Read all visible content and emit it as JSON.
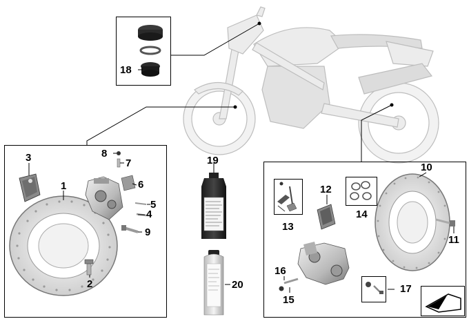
{
  "callouts": {
    "c1": "1",
    "c2": "2",
    "c3": "3",
    "c4": "4",
    "c5": "5",
    "c6": "6",
    "c7": "7",
    "c8": "8",
    "c9": "9",
    "c10": "10",
    "c11": "11",
    "c12": "12",
    "c13": "13",
    "c14": "14",
    "c15": "15",
    "c16": "16",
    "c17": "17",
    "c18": "18",
    "c19": "19",
    "c20": "20"
  },
  "colors": {
    "line": "#000000",
    "part_light": "#d9d9d9",
    "part_mid": "#a8a8a8",
    "part_dark": "#4a4a4a",
    "bike_ghost": "#e6e6e6"
  },
  "icons": {
    "main_illustration": "motorcycle-icon",
    "orientation": "catalog-arrow-icon"
  }
}
